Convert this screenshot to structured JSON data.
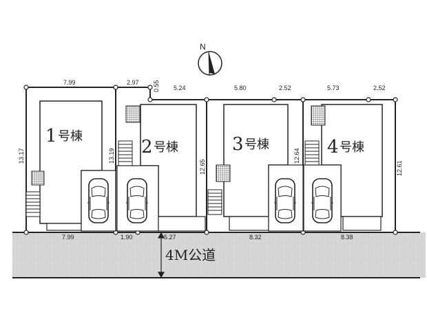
{
  "compass": {
    "label": "N",
    "direction": "north-arrow"
  },
  "lots": [
    {
      "id": "lot-1",
      "number": "1",
      "suffix": "号棟"
    },
    {
      "id": "lot-2",
      "number": "2",
      "suffix": "号棟"
    },
    {
      "id": "lot-3",
      "number": "3",
      "suffix": "号棟"
    },
    {
      "id": "lot-4",
      "number": "4",
      "suffix": "号棟"
    }
  ],
  "dimensions": {
    "top": [
      "7.99",
      "2.97",
      "0.55",
      "5.24",
      "5.80",
      "2.52",
      "5.73",
      "2.52"
    ],
    "bottom": [
      "7.99",
      "1.90",
      "5.27",
      "8.32",
      "8.38"
    ],
    "sides": {
      "lot1_left": "13.17",
      "lot1_right": "13.19",
      "lot2_right": "12.65",
      "lot3_right": "12.64",
      "lot4_right": "12.61"
    }
  },
  "road": {
    "label": "4M公道",
    "fill": "#d9d9d9"
  },
  "colors": {
    "line": "#222222",
    "road": "#d9d9d9",
    "background": "#ffffff"
  }
}
